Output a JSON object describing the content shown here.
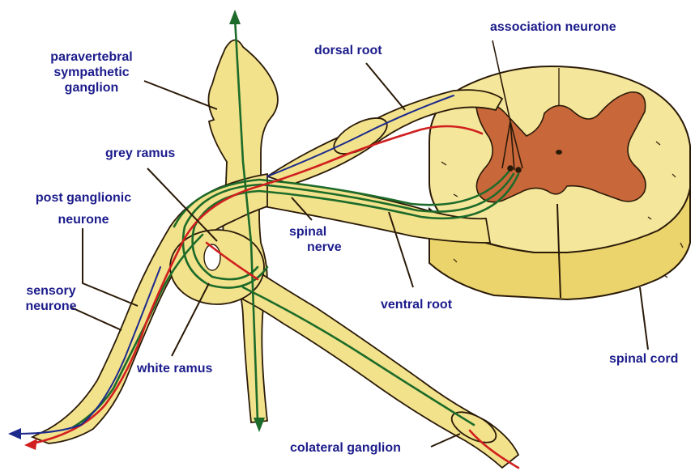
{
  "labels": {
    "paravertebral_1": "paravertebral",
    "paravertebral_2": "sympathetic",
    "paravertebral_3": "ganglion",
    "dorsal_root": "dorsal root",
    "association_neurone": "association neurone",
    "grey_ramus": "grey ramus",
    "post_ganglionic_1": "post ganglionic",
    "post_ganglionic_2": "neurone",
    "sensory_1": "sensory",
    "sensory_2": "neurone",
    "spinal_nerve_1": "spinal",
    "spinal_nerve_2": "nerve",
    "ventral_root": "ventral root",
    "white_ramus": "white ramus",
    "spinal_cord": "spinal cord",
    "collateral_ganglion": "colateral ganglion"
  },
  "colors": {
    "nerve_fill": "#f2e28c",
    "outline": "#2a1a08",
    "grey_matter": "#c8673a",
    "sympathetic_fiber": "#1d6b2a",
    "sensory_fiber": "#d11f1f",
    "motor_fiber": "#1c2a8c",
    "label_text": "#1c1c8c"
  }
}
